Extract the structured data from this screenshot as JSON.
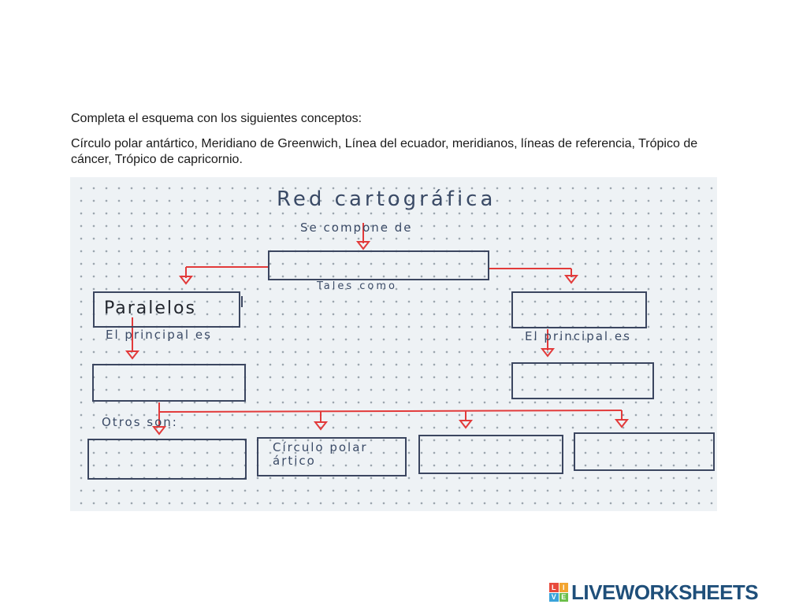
{
  "instructions": {
    "line1": "Completa el esquema con los siguientes conceptos:",
    "line2": "Círculo polar antártico, Meridiano de Greenwich, Línea del ecuador, meridianos, líneas de referencia, Trópico de cáncer, Trópico de capricornio."
  },
  "diagram": {
    "title": "Red cartográfica",
    "subtitle": "Se compone de",
    "tales_como": "Tales como",
    "left_category": "Paralelos",
    "principal_left": "El principal es",
    "principal_right": "El principal es",
    "otros": "Otros son:",
    "filled_box": "Círculo polar ártico"
  },
  "colors": {
    "connector": "#e23a3a",
    "box_border": "#3b4660",
    "paper": "#eef2f5"
  },
  "branding": {
    "logo_letters": [
      "L",
      "I",
      "V",
      "E"
    ],
    "name": "LIVEWORKSHEETS"
  }
}
